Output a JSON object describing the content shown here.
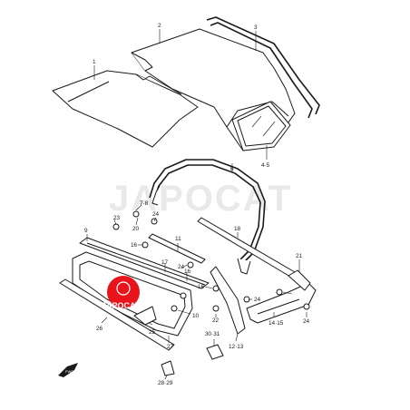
{
  "callouts": {
    "c1": "1",
    "c2": "2",
    "c3": "3",
    "c4_5": "4·5",
    "c6": "6",
    "c7_8": "7·8",
    "c9": "9",
    "c10": "10",
    "c11": "11",
    "c12_13": "12·13",
    "c14_15": "14·15",
    "c16a": "16",
    "c16b": "16",
    "c16c": "16",
    "c17": "17",
    "c18": "18",
    "c20": "20",
    "c21": "21",
    "c22": "22",
    "c23": "23",
    "c24a": "24",
    "c24b": "24",
    "c24c": "24",
    "c24d": "24",
    "c25": "25",
    "c26": "26",
    "c27": "27",
    "c28_29": "28·29",
    "c30_31": "30·31"
  },
  "watermark": {
    "text": "JAPOCAT"
  },
  "logo": {
    "text": "JAPOCAT",
    "color": "#e8141c"
  },
  "front_marker": {
    "text": "FWD"
  }
}
